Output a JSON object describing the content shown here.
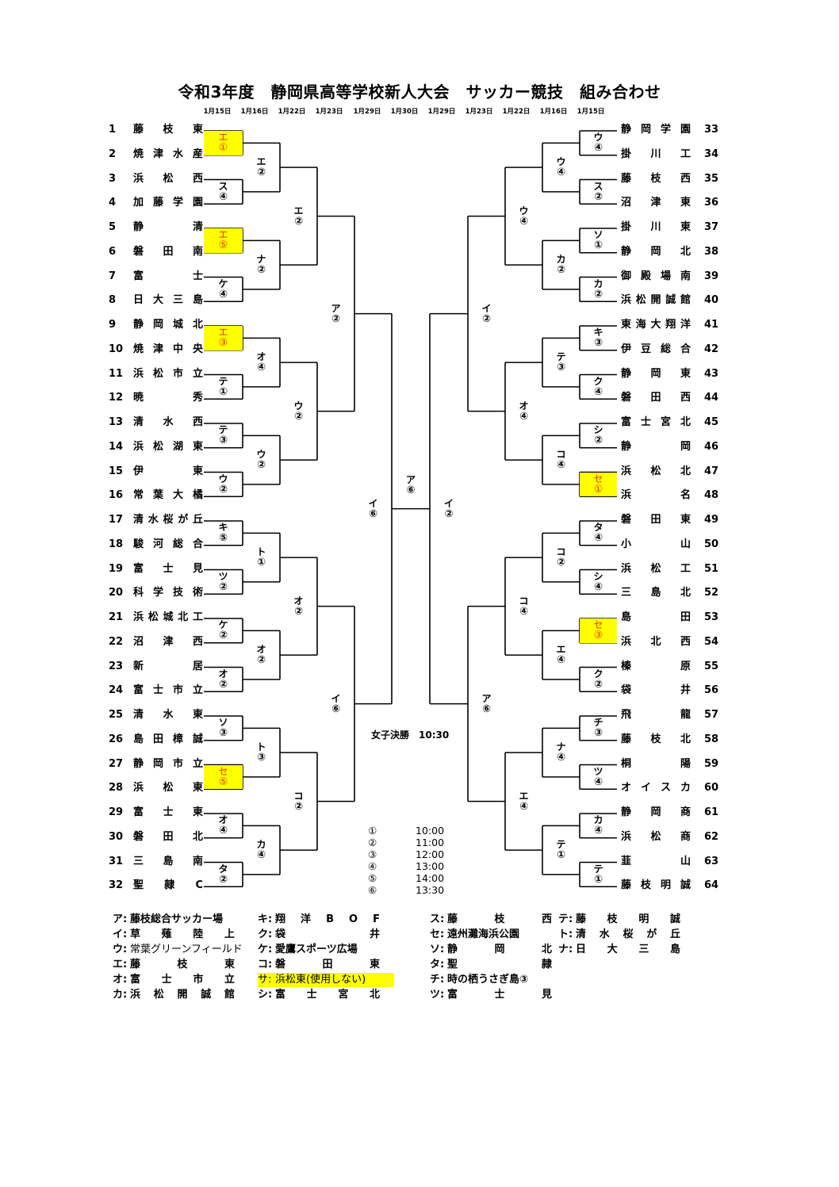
{
  "title": "令和3年度　静岡県高等学校新人大会　サッカー競技　組み合わせ",
  "round_dates": [
    "1月15日",
    "1月16日",
    "1月22日",
    "1月23日",
    "1月29日",
    "1月30日",
    "1月29日",
    "1月23日",
    "1月22日",
    "1月16日",
    "1月15日"
  ],
  "teams_left": [
    {
      "num": "1",
      "name": "藤枝東"
    },
    {
      "num": "2",
      "name": "焼津水産"
    },
    {
      "num": "3",
      "name": "浜松西"
    },
    {
      "num": "4",
      "name": "加藤学園"
    },
    {
      "num": "5",
      "name": "静清"
    },
    {
      "num": "6",
      "name": "磐田南"
    },
    {
      "num": "7",
      "name": "富士"
    },
    {
      "num": "8",
      "name": "日大三島"
    },
    {
      "num": "9",
      "name": "静岡城北"
    },
    {
      "num": "10",
      "name": "焼津中央"
    },
    {
      "num": "11",
      "name": "浜松市立"
    },
    {
      "num": "12",
      "name": "暁秀"
    },
    {
      "num": "13",
      "name": "清水西"
    },
    {
      "num": "14",
      "name": "浜松湖東"
    },
    {
      "num": "15",
      "name": "伊東"
    },
    {
      "num": "16",
      "name": "常葉大橘"
    },
    {
      "num": "17",
      "name": "清水桜が丘"
    },
    {
      "num": "18",
      "name": "駿河総合"
    },
    {
      "num": "19",
      "name": "富士見"
    },
    {
      "num": "20",
      "name": "科学技術"
    },
    {
      "num": "21",
      "name": "浜松城北工"
    },
    {
      "num": "22",
      "name": "沼津西"
    },
    {
      "num": "23",
      "name": "新居"
    },
    {
      "num": "24",
      "name": "富士市立"
    },
    {
      "num": "25",
      "name": "清水東"
    },
    {
      "num": "26",
      "name": "島田樟誠"
    },
    {
      "num": "27",
      "name": "静岡市立"
    },
    {
      "num": "28",
      "name": "浜松東"
    },
    {
      "num": "29",
      "name": "富士東"
    },
    {
      "num": "30",
      "name": "磐田北"
    },
    {
      "num": "31",
      "name": "三島南"
    },
    {
      "num": "32",
      "name": "聖隷C"
    }
  ],
  "teams_right": [
    {
      "num": "33",
      "name": "静岡学園"
    },
    {
      "num": "34",
      "name": "掛川工"
    },
    {
      "num": "35",
      "name": "藤枝西"
    },
    {
      "num": "36",
      "name": "沼津東"
    },
    {
      "num": "37",
      "name": "掛川東"
    },
    {
      "num": "38",
      "name": "静岡北"
    },
    {
      "num": "39",
      "name": "御殿場南"
    },
    {
      "num": "40",
      "name": "浜松開誠館"
    },
    {
      "num": "41",
      "name": "東海大翔洋"
    },
    {
      "num": "42",
      "name": "伊豆総合"
    },
    {
      "num": "43",
      "name": "静岡東"
    },
    {
      "num": "44",
      "name": "磐田西"
    },
    {
      "num": "45",
      "name": "富士宮北"
    },
    {
      "num": "46",
      "name": "静岡"
    },
    {
      "num": "47",
      "name": "浜松北"
    },
    {
      "num": "48",
      "name": "浜名"
    },
    {
      "num": "49",
      "name": "磐田東"
    },
    {
      "num": "50",
      "name": "小山"
    },
    {
      "num": "51",
      "name": "浜松工"
    },
    {
      "num": "52",
      "name": "三島北"
    },
    {
      "num": "53",
      "name": "島田"
    },
    {
      "num": "54",
      "name": "浜北西"
    },
    {
      "num": "55",
      "name": "榛原"
    },
    {
      "num": "56",
      "name": "袋井"
    },
    {
      "num": "57",
      "name": "飛龍"
    },
    {
      "num": "58",
      "name": "藤枝北"
    },
    {
      "num": "59",
      "name": "桐陽"
    },
    {
      "num": "60",
      "name": "オイスカ"
    },
    {
      "num": "61",
      "name": "静岡商"
    },
    {
      "num": "62",
      "name": "浜松商"
    },
    {
      "num": "63",
      "name": "韮山"
    },
    {
      "num": "64",
      "name": "藤枝明誠"
    }
  ],
  "matches_left": {
    "r1": [
      {
        "venue": "エ",
        "time": "①",
        "highlight": true
      },
      {
        "venue": "ス",
        "time": "④"
      },
      {
        "venue": "エ",
        "time": "⑤",
        "highlight": true
      },
      {
        "venue": "ケ",
        "time": "④"
      },
      {
        "venue": "エ",
        "time": "③",
        "highlight": true
      },
      {
        "venue": "テ",
        "time": "①"
      },
      {
        "venue": "テ",
        "time": "③"
      },
      {
        "venue": "ウ",
        "time": "②"
      },
      {
        "venue": "キ",
        "time": "⑤"
      },
      {
        "venue": "ツ",
        "time": "②"
      },
      {
        "venue": "ケ",
        "time": "②"
      },
      {
        "venue": "オ",
        "time": "②"
      },
      {
        "venue": "ソ",
        "time": "③"
      },
      {
        "venue": "セ",
        "time": "⑤",
        "highlight": true
      },
      {
        "venue": "オ",
        "time": "④"
      },
      {
        "venue": "タ",
        "time": "②"
      }
    ],
    "r2": [
      {
        "venue": "エ",
        "time": "②"
      },
      {
        "venue": "ナ",
        "time": "②"
      },
      {
        "venue": "オ",
        "time": "④"
      },
      {
        "venue": "ウ",
        "time": "②"
      },
      {
        "venue": "ト",
        "time": "①"
      },
      {
        "venue": "オ",
        "time": "②"
      },
      {
        "venue": "ト",
        "time": "③"
      },
      {
        "venue": "カ",
        "time": "④"
      }
    ],
    "r3": [
      {
        "venue": "エ",
        "time": "②"
      },
      {
        "venue": "ウ",
        "time": "②"
      },
      {
        "venue": "オ",
        "time": "②"
      },
      {
        "venue": "コ",
        "time": "②"
      }
    ],
    "r4": [
      {
        "venue": "ア",
        "time": "②"
      },
      {
        "venue": "イ",
        "time": "⑥"
      }
    ],
    "r5": [
      {
        "venue": "イ",
        "time": "⑥"
      }
    ]
  },
  "matches_right": {
    "r1": [
      {
        "venue": "ウ",
        "time": "④"
      },
      {
        "venue": "ス",
        "time": "②"
      },
      {
        "venue": "ソ",
        "time": "①"
      },
      {
        "venue": "カ",
        "time": "②"
      },
      {
        "venue": "キ",
        "time": "③"
      },
      {
        "venue": "ク",
        "time": "④"
      },
      {
        "venue": "シ",
        "time": "②"
      },
      {
        "venue": "セ",
        "time": "①",
        "highlight": true
      },
      {
        "venue": "タ",
        "time": "④"
      },
      {
        "venue": "シ",
        "time": "④"
      },
      {
        "venue": "セ",
        "time": "③",
        "highlight": true
      },
      {
        "venue": "ク",
        "time": "②"
      },
      {
        "venue": "チ",
        "time": "③"
      },
      {
        "venue": "ツ",
        "time": "④"
      },
      {
        "venue": "カ",
        "time": "④"
      },
      {
        "venue": "テ",
        "time": "①"
      }
    ],
    "r2": [
      {
        "venue": "ウ",
        "time": "④"
      },
      {
        "venue": "カ",
        "time": "②"
      },
      {
        "venue": "テ",
        "time": "③"
      },
      {
        "venue": "コ",
        "time": "④"
      },
      {
        "venue": "コ",
        "time": "②"
      },
      {
        "venue": "エ",
        "time": "④"
      },
      {
        "venue": "ナ",
        "time": "④"
      },
      {
        "venue": "テ",
        "time": "①"
      }
    ],
    "r3": [
      {
        "venue": "ウ",
        "time": "④"
      },
      {
        "venue": "オ",
        "time": "④"
      },
      {
        "venue": "コ",
        "time": "④"
      },
      {
        "venue": "エ",
        "time": "④"
      }
    ],
    "r4": [
      {
        "venue": "イ",
        "time": "②"
      },
      {
        "venue": "ア",
        "time": "⑥"
      }
    ],
    "r5": [
      {
        "venue": "イ",
        "time": "②"
      }
    ]
  },
  "final": {
    "venue": "ア",
    "time": "⑥"
  },
  "women_final": "女子決勝　10:30",
  "time_slots": [
    {
      "key": "①",
      "time": "10:00"
    },
    {
      "key": "②",
      "time": "11:00"
    },
    {
      "key": "③",
      "time": "12:00"
    },
    {
      "key": "④",
      "time": "13:00"
    },
    {
      "key": "⑤",
      "time": "14:00"
    },
    {
      "key": "⑥",
      "time": "13:30"
    }
  ],
  "venues": [
    [
      {
        "key": "ア:",
        "name": "藤枝総合サッカー場"
      },
      {
        "key": "イ:",
        "name": "草薙陸上"
      },
      {
        "key": "ウ:",
        "name": "常葉グリーンフィールド",
        "thin": true
      },
      {
        "key": "エ:",
        "name": "藤枝東"
      },
      {
        "key": "オ:",
        "name": "富士市立"
      },
      {
        "key": "カ:",
        "name": "浜松開誠館"
      }
    ],
    [
      {
        "key": "キ:",
        "name": "翔洋BOF"
      },
      {
        "key": "ク:",
        "name": "袋井"
      },
      {
        "key": "ケ:",
        "name": "愛鷹スポーツ広場"
      },
      {
        "key": "コ:",
        "name": "磐田東"
      },
      {
        "key": "サ:",
        "name": "浜松東(使用しない)",
        "highlight": true
      },
      {
        "key": "シ:",
        "name": "富士宮北"
      }
    ],
    [
      {
        "key": "ス:",
        "name": "藤枝西"
      },
      {
        "key": "セ:",
        "name": "遠州灘海浜公園"
      },
      {
        "key": "ソ:",
        "name": "静岡北"
      },
      {
        "key": "タ:",
        "name": "聖隷"
      },
      {
        "key": "チ:",
        "name": "時の栖うさぎ島③"
      },
      {
        "key": "ツ:",
        "name": "富士見"
      }
    ],
    [
      {
        "key": "テ:",
        "name": "藤枝明誠"
      },
      {
        "key": "ト:",
        "name": "清水桜が丘"
      },
      {
        "key": "ナ:",
        "name": "日大三島"
      }
    ]
  ],
  "colors": {
    "highlight": "#ffff00",
    "highlight_text": "#e8320a",
    "line": "#000000"
  }
}
